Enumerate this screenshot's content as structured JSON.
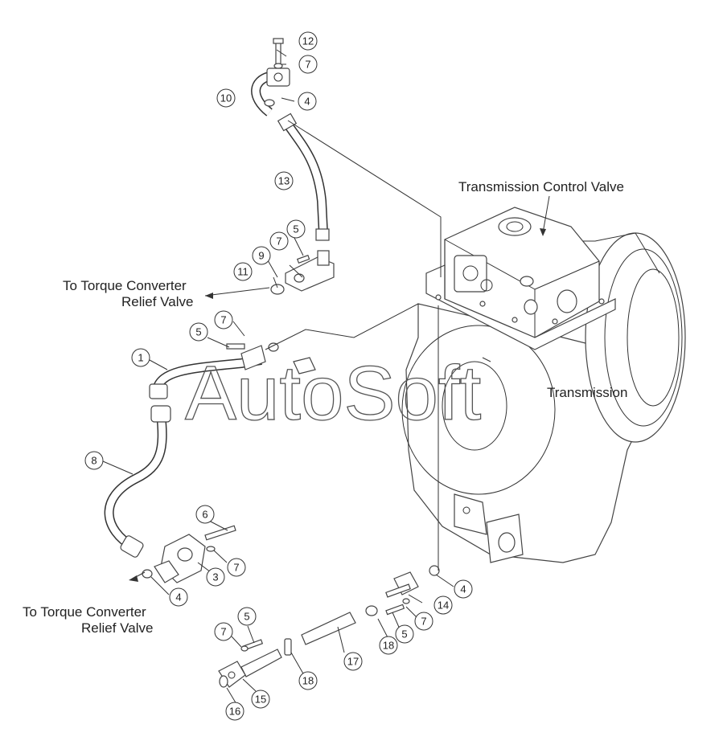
{
  "labels": {
    "tcv": "Transmission Control Valve",
    "to_tc_1_line1": "To Torque Converter",
    "to_tc_1_line2": "Relief Valve",
    "to_tc_2_line1": "To Torque Converter",
    "to_tc_2_line2": "Relief Valve",
    "transmission": "Transmission"
  },
  "watermark": "AutoSoft",
  "callouts": {
    "c12": "12",
    "c7a": "7",
    "c10": "10",
    "c4a": "4",
    "c13": "13",
    "c5a": "5",
    "c7b": "7",
    "c9": "9",
    "c11": "11",
    "c7c": "7",
    "c5b": "5",
    "c1": "1",
    "c8": "8",
    "c6": "6",
    "c3": "3",
    "c7d": "7",
    "c4b": "4",
    "c4c": "4",
    "c14": "14",
    "c7e": "7",
    "c5c": "5",
    "c18a": "18",
    "c17": "17",
    "c5d": "5",
    "c7f": "7",
    "c18b": "18",
    "c15": "15",
    "c16": "16"
  }
}
